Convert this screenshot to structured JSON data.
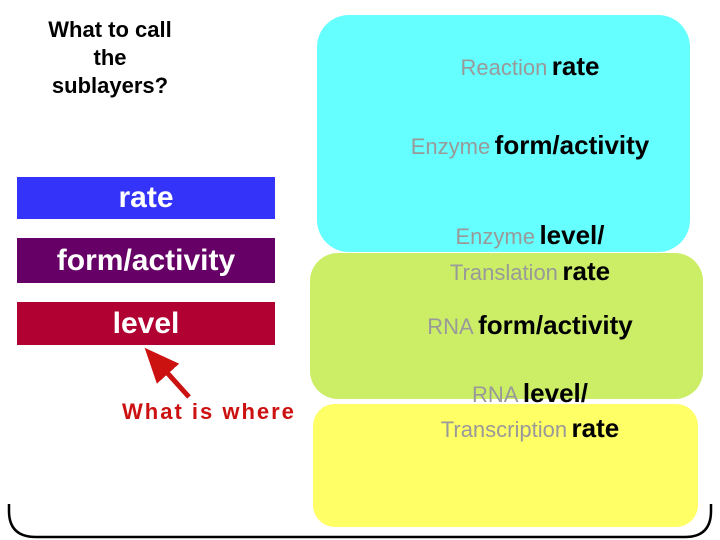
{
  "slide": {
    "background": "#ffffff",
    "border_color": "#000000"
  },
  "question": {
    "lines": [
      "What to call",
      "the",
      "sublayers?"
    ],
    "color": "#000000"
  },
  "sublayer_bars": [
    {
      "label": "rate",
      "color": "#3333fa",
      "text_color": "#ffffff"
    },
    {
      "label": "form/activity",
      "color": "#660066",
      "text_color": "#ffffff"
    },
    {
      "label": "level",
      "color": "#b10032",
      "text_color": "#ffffff"
    }
  ],
  "annotation": {
    "label": "What is where",
    "color": "#cc1111"
  },
  "right_panel": {
    "prefix_color": "#999999",
    "emphasis_color": "#000000",
    "boxes": [
      {
        "name": "reaction-layer-box",
        "color": "#66ffff"
      },
      {
        "name": "rna-enzyme-layer-box",
        "color": "#ccee66"
      },
      {
        "name": "transcription-layer-box",
        "color": "#ffff66"
      }
    ],
    "lines": [
      {
        "prefix": "Reaction",
        "emphasis": "rate"
      },
      {
        "prefix": "Enzyme",
        "emphasis": "form/activity"
      },
      {
        "prefix": "Enzyme",
        "emphasis": "level/"
      },
      {
        "prefix": "Translation",
        "emphasis": "rate"
      },
      {
        "prefix": "RNA",
        "emphasis": "form/activity"
      },
      {
        "prefix": "RNA",
        "emphasis": "level/"
      },
      {
        "prefix": "Transcription",
        "emphasis": "rate"
      }
    ]
  }
}
